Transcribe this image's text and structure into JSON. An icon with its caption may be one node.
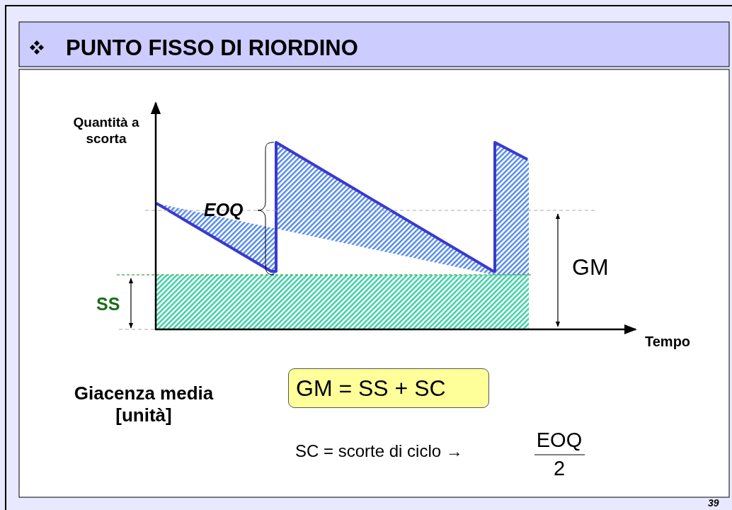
{
  "diagram": {
    "title": "PUNTO FISSO DI RIORDINO",
    "nodes": [
      {
        "text": [
          "GM = SS + SC"
        ]
      }
    ],
    "labels": [
      "Quantità a scorta",
      "EOQ",
      "SS",
      "GM",
      "Tempo",
      "Giacenza media [unità]",
      "SC = scorte di ciclo →",
      "EOQ",
      "2",
      "39"
    ]
  }
}
